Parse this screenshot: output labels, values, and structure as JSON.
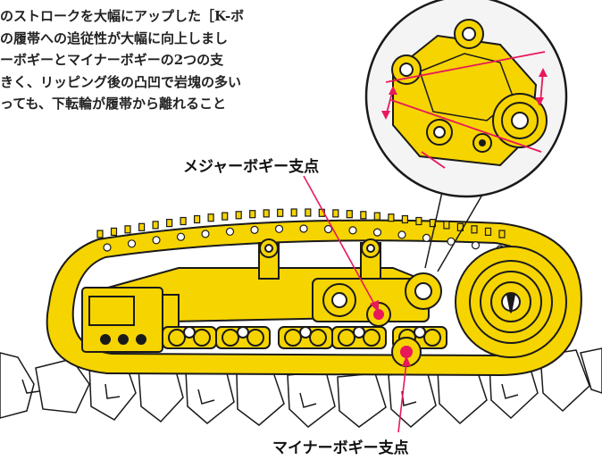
{
  "intro_text": [
    "のストロークを大幅にアップした［K-ボ",
    "の履帯への追従性が大幅に向上しまし",
    "ーボギーとマイナーボギーの2つの支",
    "きく、リッピング後の凸凹で岩塊の多い",
    "っても、下転輪が履帯から離れること"
  ],
  "labels": {
    "major_bogie": "メジャーボギー支点",
    "minor_bogie": "マイナーボギー支点"
  },
  "colors": {
    "machine_yellow": "#f6d400",
    "outline": "#1a1a1a",
    "callout_line": "#e8185a",
    "ground_fill": "#ffffff"
  }
}
